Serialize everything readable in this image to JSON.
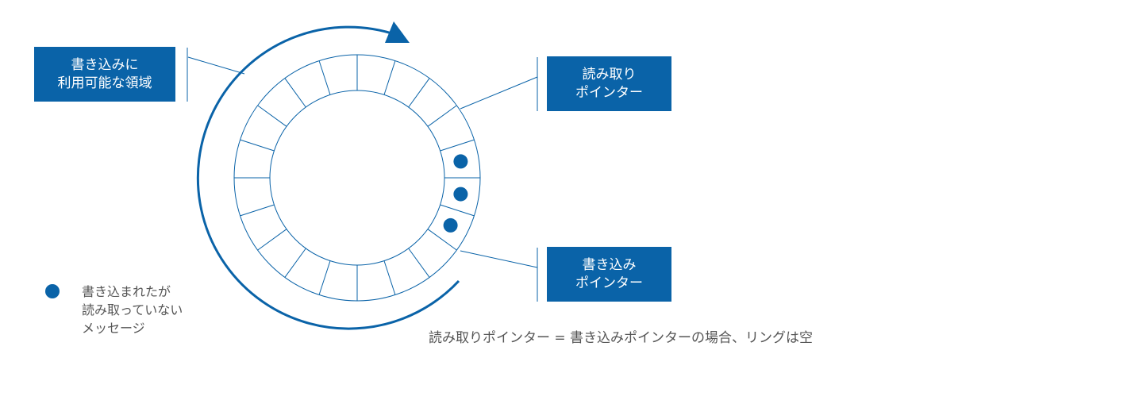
{
  "labels": {
    "available_area": [
      "書き込みに",
      "利用可能な領域"
    ],
    "read_pointer": [
      "読み取り",
      "ポインター"
    ],
    "write_pointer": [
      "書き込み",
      "ポインター"
    ]
  },
  "legend": {
    "text": [
      "書き込まれたが",
      "読み取っていない",
      "メッセージ"
    ]
  },
  "caption": "読み取りポインター = 書き込みポインターの場合、リングは空",
  "ring": {
    "slots": 20,
    "unread_slots": [
      4,
      5,
      6
    ]
  },
  "colors": {
    "accent": "#0a63a8",
    "ring_stroke": "#0a63a8",
    "text": "#555555"
  }
}
